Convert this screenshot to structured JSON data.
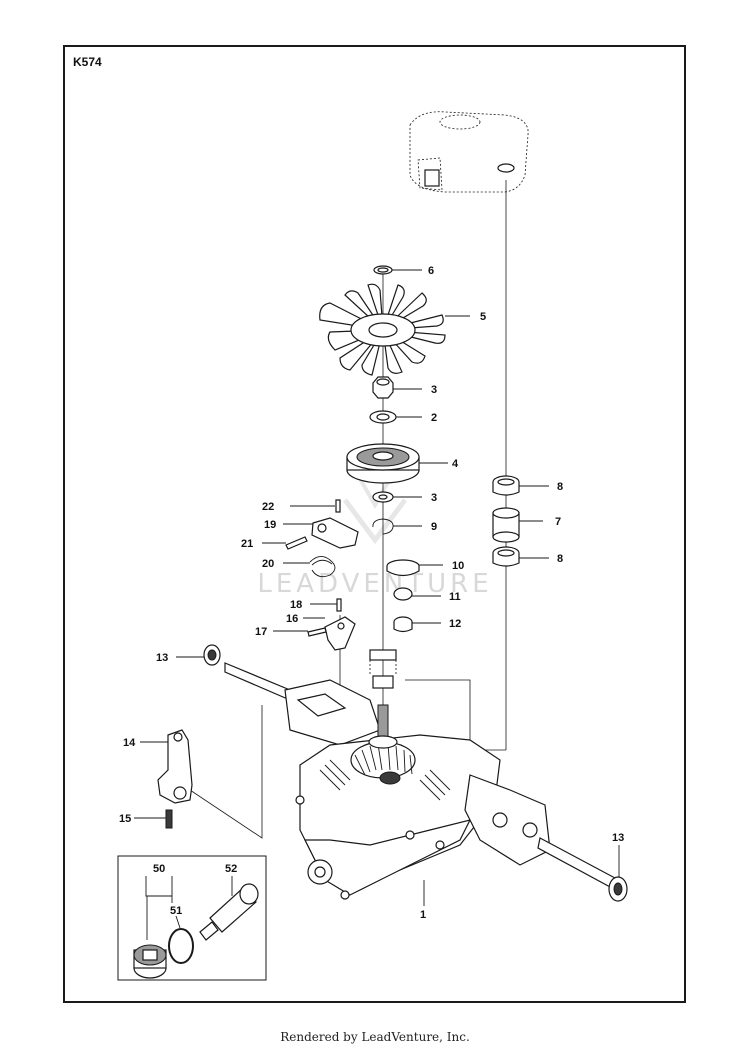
{
  "diagram": {
    "id": "K574",
    "watermark": "LEADVENTURE",
    "footer": "Rendered by LeadVenture, Inc."
  },
  "callouts": [
    "6",
    "5",
    "3",
    "2",
    "4",
    "3",
    "9",
    "22",
    "19",
    "21",
    "20",
    "10",
    "11",
    "18",
    "16",
    "17",
    "12",
    "8",
    "7",
    "8",
    "13",
    "14",
    "15",
    "13",
    "1",
    "50",
    "51",
    "52"
  ]
}
